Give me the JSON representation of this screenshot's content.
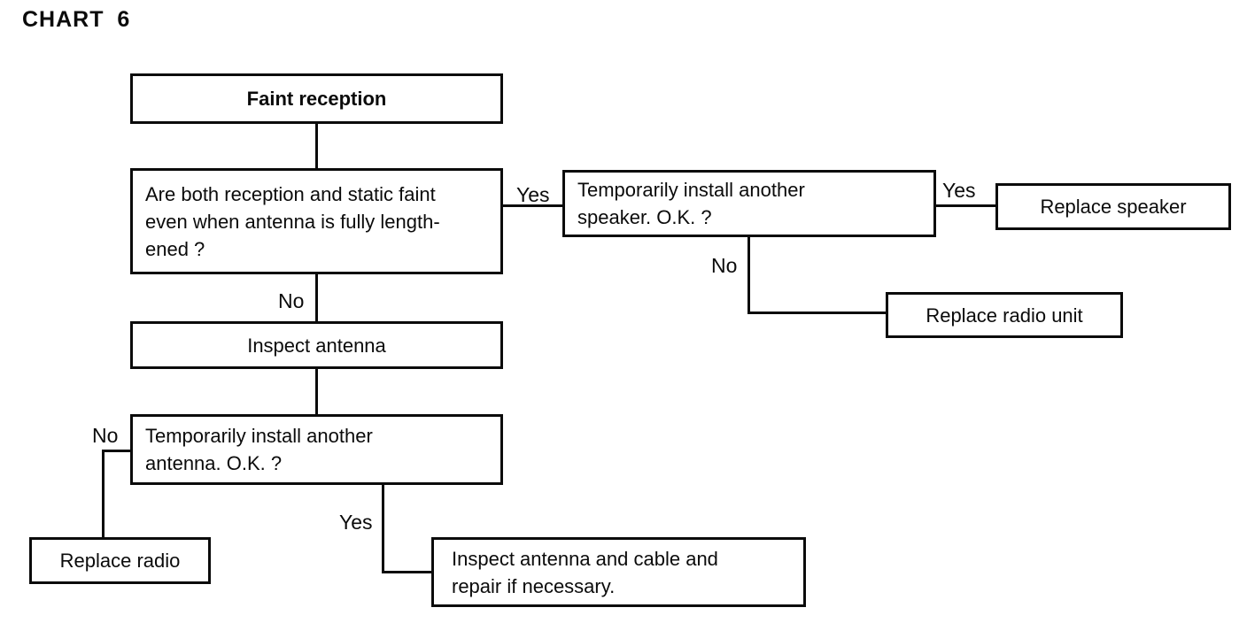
{
  "title": "CHART 6",
  "colors": {
    "ink": "#0b0b0b",
    "paper": "#ffffff"
  },
  "flowchart": {
    "nodes": {
      "faint_reception": {
        "label": "Faint reception"
      },
      "question_faint": {
        "lines": [
          "Are both reception and static faint",
          "even when antenna is fully length-",
          "ened ?"
        ]
      },
      "speaker_test": {
        "lines": [
          "Temporarily install another",
          "speaker. O.K. ?"
        ]
      },
      "replace_speaker": {
        "label": "Replace speaker"
      },
      "replace_radio_unit": {
        "label": "Replace radio unit"
      },
      "inspect_antenna": {
        "label": "Inspect antenna"
      },
      "antenna_test": {
        "lines": [
          "Temporarily install another",
          "antenna. O.K. ?"
        ]
      },
      "replace_radio": {
        "label": "Replace radio"
      },
      "inspect_cable": {
        "lines": [
          "Inspect antenna and cable and",
          "repair if necessary."
        ]
      }
    },
    "edge_labels": {
      "question_yes": "Yes",
      "speaker_yes": "Yes",
      "speaker_no": "No",
      "question_no": "No",
      "antenna_no": "No",
      "antenna_yes": "Yes"
    }
  }
}
